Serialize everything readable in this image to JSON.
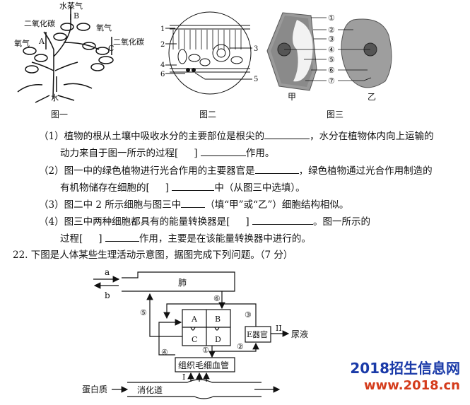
{
  "figures": {
    "fig1": {
      "caption": "图一",
      "water_vapor": "水蒸气",
      "label_b": "B",
      "co2_left": "二氧化碳",
      "o2_left": "氧气",
      "label_a": "A",
      "o2_right": "氧气",
      "label_c": "C",
      "co2_right": "二氧化碳",
      "water": "水"
    },
    "fig2": {
      "caption": "图二",
      "n1": "1",
      "n2": "2",
      "n3": "3",
      "n4": "4",
      "n5": "5",
      "n6": "6"
    },
    "fig3": {
      "caption": "图三",
      "cell_jia": "甲",
      "cell_yi": "乙",
      "n1": "①",
      "n2": "②",
      "n3": "③",
      "n4": "④",
      "n5": "⑤",
      "n6": "⑥",
      "n7": "⑦"
    }
  },
  "questions": {
    "q1_num": "（1）",
    "q1_a": "植物的根从土壤中吸收水分的主要部位是根尖的",
    "q1_b": "，水分在植物体内向上运输的",
    "q1_c": "动力来自于图一所示的过程[",
    "q1_d": "]",
    "q1_e": "作用。",
    "q2_num": "（2）",
    "q2_a": "图一中的绿色植物进行光合作用的主要器官是",
    "q2_b": "，绿色植物通过光合作用制造的",
    "q2_c": "有机物储存在细胞的[",
    "q2_d": "]",
    "q2_e": "中（从图三中选填）。",
    "q3_num": "（3）",
    "q3_a": "图二中 2 所示细胞与图三中",
    "q3_b": "（填“甲”或“乙”）细胞结构相似。",
    "q4_num": "（4）",
    "q4_a": "图三中两种细胞都具有的能量转换器是[",
    "q4_b": "]",
    "q4_c": "。图一所示的",
    "q4_d": "过程[",
    "q4_e": "]",
    "q4_f": "作用，主要是在该能量转换器中进行的。",
    "q22": "22.  下图是人体某些生理活动示意图，据图完成下列问题。（7 分）"
  },
  "diagram": {
    "a": "a",
    "b": "b",
    "lung": "肺",
    "n1": "①",
    "n2": "②",
    "n3": "③",
    "n4": "④",
    "n5": "⑤",
    "n6": "⑥",
    "A": "A",
    "B": "B",
    "C": "C",
    "D": "D",
    "organ_e": "E器官",
    "roman2": "II",
    "urine": "尿液",
    "capillary": "组织毛细血管",
    "roman1": "I",
    "protein": "蛋白质",
    "digestive": "消化道"
  },
  "watermark": {
    "title": "2018招生信息网",
    "url": "www.2018.cn"
  }
}
